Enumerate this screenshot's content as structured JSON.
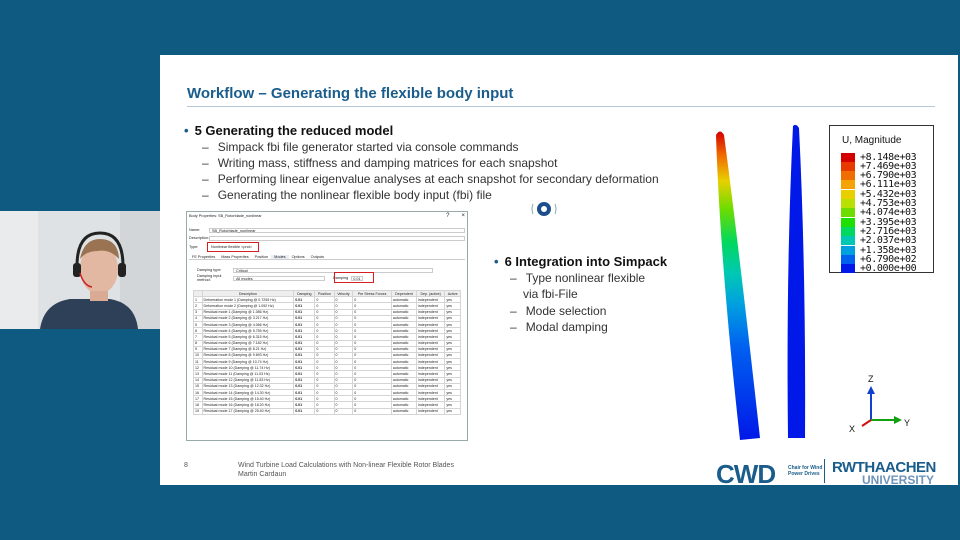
{
  "slide": {
    "title": "Workflow – Generating the flexible body input",
    "section5": {
      "heading": "5 Generating the reduced model",
      "items": [
        "Simpack fbi file generator started via console commands",
        "Writing mass, stiffness and damping matrices for each snapshot",
        "Performing linear eigenvalue analyses at each snapshot for secondary deformation",
        "Generating the nonlinear flexible body input (fbi) file"
      ]
    },
    "section6": {
      "heading": "6 Integration into Simpack",
      "items": [
        "Type nonlinear flexible",
        "via fbi-File",
        "Mode selection",
        "Modal damping"
      ]
    },
    "footer": {
      "page": "8",
      "line1": "Wind Turbine Load Calculations with Non-linear Flexible Rotor Blades",
      "line2": "Martin Cardaun"
    },
    "logos": {
      "cwd": "CWD",
      "cwd_sub": "Chair for Wind Power Drives",
      "rwth": "RWTHAACHEN",
      "rwth_sub": "UNIVERSITY"
    }
  },
  "dialog": {
    "title": "Body Properties: SB_Rotorblade_nonlinear",
    "name_label": "Name:",
    "name_value": "SB_Rotorblade_nonlinear",
    "desc_label": "Description:",
    "type_label": "Type:",
    "type_value": "Nonlinear flexible <pnd>",
    "tabs": [
      "FE Properties",
      "Mass Properties",
      "Position",
      "Modes",
      "Options",
      "Outputs"
    ],
    "damping_type_label": "Damping type:",
    "damping_type_value": "Critical",
    "damping_input_label": "Damping input method:",
    "damping_input_value": "All modes",
    "damping_field_label": "Damping",
    "damping_field_value": "0.01",
    "columns": [
      "",
      "Description",
      "Damping",
      "Position",
      "Velocity",
      "Pre Stress Forces",
      "Dependent",
      "Dep. (active)",
      "Active"
    ],
    "rows": [
      [
        "1",
        "Deformation mode 1 (Damping @ 0.7255 Hz)",
        "0.01",
        "0",
        "0",
        "0",
        "automatic",
        "independent",
        "yes"
      ],
      [
        "2",
        "Deformation mode 2 (Damping @ 1.092 Hz)",
        "0.01",
        "0",
        "0",
        "0",
        "automatic",
        "independent",
        "yes"
      ],
      [
        "3",
        "Residual mode 1 (Damping @ 1.086 Hz)",
        "0.01",
        "0",
        "0",
        "0",
        "automatic",
        "independent",
        "yes"
      ],
      [
        "4",
        "Residual mode 2 (Damping @ 3.217 Hz)",
        "0.01",
        "0",
        "0",
        "0",
        "automatic",
        "independent",
        "yes"
      ],
      [
        "5",
        "Residual mode 3 (Damping @ 4.066 Hz)",
        "0.01",
        "0",
        "0",
        "0",
        "automatic",
        "independent",
        "yes"
      ],
      [
        "6",
        "Residual mode 4 (Damping @ 5.755 Hz)",
        "0.01",
        "0",
        "0",
        "0",
        "automatic",
        "independent",
        "yes"
      ],
      [
        "7",
        "Residual mode 5 (Damping @ 6.315 Hz)",
        "0.01",
        "0",
        "0",
        "0",
        "automatic",
        "independent",
        "yes"
      ],
      [
        "8",
        "Residual mode 6 (Damping @ 7.182 Hz)",
        "0.01",
        "0",
        "0",
        "0",
        "automatic",
        "independent",
        "yes"
      ],
      [
        "9",
        "Residual mode 7 (Damping @ 8.21 Hz)",
        "0.01",
        "0",
        "0",
        "0",
        "automatic",
        "independent",
        "yes"
      ],
      [
        "10",
        "Residual mode 8 (Damping @ 9.693 Hz)",
        "0.01",
        "0",
        "0",
        "0",
        "automatic",
        "independent",
        "yes"
      ],
      [
        "11",
        "Residual mode 9 (Damping @ 10.74 Hz)",
        "0.01",
        "0",
        "0",
        "0",
        "automatic",
        "independent",
        "yes"
      ],
      [
        "12",
        "Residual mode 10 (Damping @ 11.74 Hz)",
        "0.01",
        "0",
        "0",
        "0",
        "automatic",
        "independent",
        "yes"
      ],
      [
        "13",
        "Residual mode 11 (Damping @ 11.03 Hz)",
        "0.01",
        "0",
        "0",
        "0",
        "automatic",
        "independent",
        "yes"
      ],
      [
        "14",
        "Residual mode 12 (Damping @ 11.83 Hz)",
        "0.01",
        "0",
        "0",
        "0",
        "automatic",
        "independent",
        "yes"
      ],
      [
        "15",
        "Residual mode 13 (Damping @ 12.32 Hz)",
        "0.01",
        "0",
        "0",
        "0",
        "automatic",
        "independent",
        "yes"
      ],
      [
        "16",
        "Residual mode 14 (Damping @ 14.30 Hz)",
        "0.01",
        "0",
        "0",
        "0",
        "automatic",
        "independent",
        "yes"
      ],
      [
        "17",
        "Residual mode 15 (Damping @ 15.40 Hz)",
        "0.01",
        "0",
        "0",
        "0",
        "automatic",
        "independent",
        "yes"
      ],
      [
        "18",
        "Residual mode 16 (Damping @ 18.20 Hz)",
        "0.01",
        "0",
        "0",
        "0",
        "automatic",
        "independent",
        "yes"
      ],
      [
        "19",
        "Residual mode 17 (Damping @ 25.40 Hz)",
        "0.01",
        "0",
        "0",
        "0",
        "automatic",
        "independent",
        "yes"
      ]
    ]
  },
  "legend": {
    "title": "U, Magnitude",
    "values": [
      "+8.148e+03",
      "+7.469e+03",
      "+6.790e+03",
      "+6.111e+03",
      "+5.432e+03",
      "+4.753e+03",
      "+4.074e+03",
      "+3.395e+03",
      "+2.716e+03",
      "+2.037e+03",
      "+1.358e+03",
      "+6.790e+02",
      "+0.000e+00"
    ],
    "colors": [
      "#d40000",
      "#e83a00",
      "#f06e00",
      "#f5a300",
      "#e8d000",
      "#b8e000",
      "#6edc00",
      "#1ee000",
      "#00d860",
      "#00c8b4",
      "#00a0e0",
      "#0060f0",
      "#0018e8"
    ]
  },
  "axes": {
    "z": "Z",
    "y": "Y",
    "x": "X"
  }
}
